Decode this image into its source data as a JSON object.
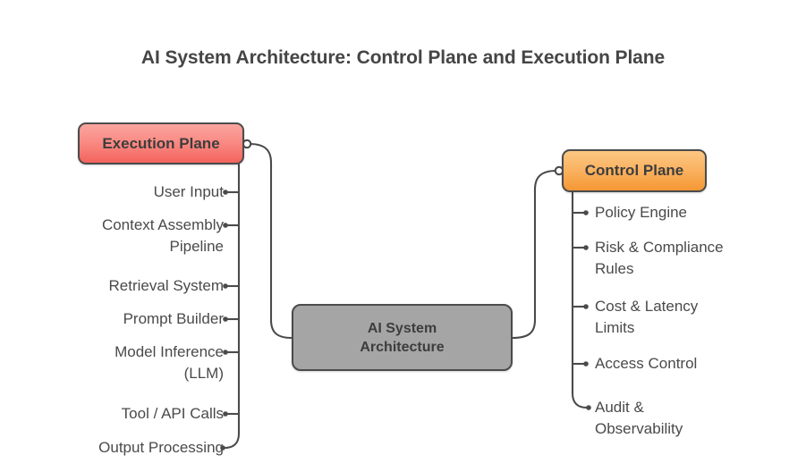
{
  "title": "AI System Architecture: Control Plane and Execution Plane",
  "colors": {
    "background": "#ffffff",
    "title_text": "#454545",
    "label_text": "#4a4a4a",
    "stroke": "#4b4b4b",
    "execution_plane_top": "#fba49e",
    "execution_plane_bottom": "#f4635d",
    "control_plane_top": "#fcc884",
    "control_plane_bottom": "#f59734",
    "center_node_fill": "#a5a5a5",
    "node_border": "#4b4b4b"
  },
  "center_node": {
    "line1": "AI System",
    "line2": "Architecture"
  },
  "branches": {
    "execution_plane": {
      "label": "Execution Plane",
      "side": "left",
      "items": [
        {
          "label": "User Input"
        },
        {
          "label": "Context Assembly\nPipeline"
        },
        {
          "label": "Retrieval System"
        },
        {
          "label": "Prompt Builder"
        },
        {
          "label": "Model Inference\n(LLM)"
        },
        {
          "label": "Tool / API Calls"
        },
        {
          "label": "Output Processing"
        }
      ]
    },
    "control_plane": {
      "label": "Control Plane",
      "side": "right",
      "items": [
        {
          "label": "Policy Engine"
        },
        {
          "label": "Risk & Compliance\nRules"
        },
        {
          "label": "Cost & Latency\nLimits"
        },
        {
          "label": "Access Control"
        },
        {
          "label": "Audit &\nObservability"
        }
      ]
    }
  }
}
